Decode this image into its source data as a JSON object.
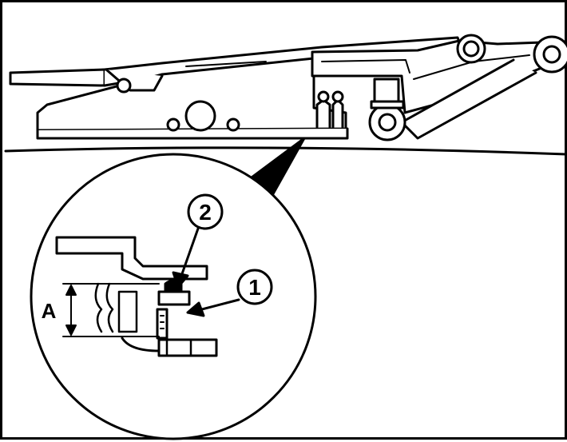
{
  "callouts": [
    {
      "id": "callout-1",
      "text": "1"
    },
    {
      "id": "callout-2",
      "text": "2"
    }
  ],
  "dimension_label": "A",
  "colors": {
    "line": "#000000",
    "background": "#ffffff"
  }
}
